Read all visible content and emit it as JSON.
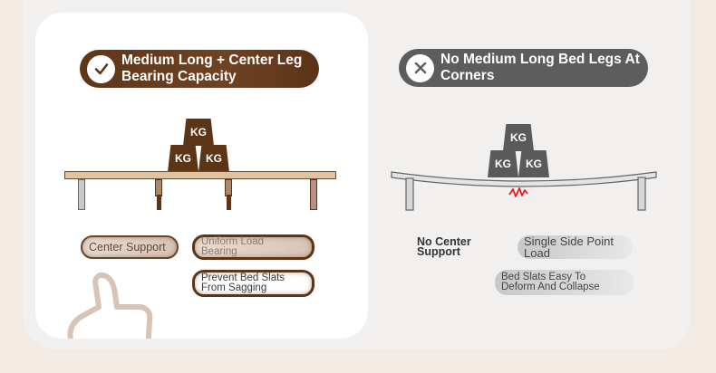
{
  "left": {
    "title": "Medium Long + Center Leg Bearing Capacity",
    "weights": [
      "KG",
      "KG",
      "KG"
    ],
    "tags": {
      "center_support": "Center Support",
      "uniform_bearing": "Uniform Load Bearing",
      "prevent_sagging": "Prevent Bed Slats From Sagging"
    }
  },
  "right": {
    "title": "No Medium Long Bed Legs At Corners",
    "weights": [
      "KG",
      "KG",
      "KG"
    ],
    "tags": {
      "no_center": "No Center Support",
      "single_point": "Single Side Point Load",
      "deform": "Bed Slats Easy To Deform And Collapse"
    }
  },
  "colors": {
    "brown": "#5c3516",
    "gray": "#5d5d5d",
    "background": "#f3ebe3"
  },
  "icons": [
    "check-icon",
    "close-icon",
    "thumbs-up-icon",
    "crack-icon"
  ]
}
